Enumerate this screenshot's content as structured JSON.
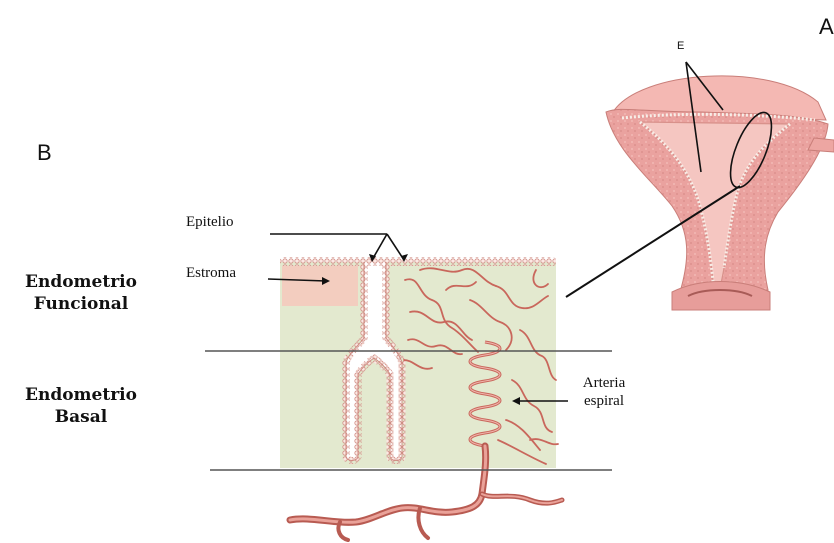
{
  "panels": {
    "a": "A",
    "b": "B"
  },
  "uterus": {
    "marker": "E"
  },
  "zones": {
    "functional": {
      "line1": "Endometrio",
      "line2": "Funcional"
    },
    "basal": {
      "line1": "Endometrio",
      "line2": "Basal"
    }
  },
  "labels": {
    "epithelium": "Epitelio",
    "stroma": "Estroma",
    "artery_line1": "Arteria",
    "artery_line2": "espiral"
  },
  "colors": {
    "stroma_fill": "#e3e9cf",
    "stroma_pink": "#f3cdbf",
    "vessel": "#c9675c",
    "vessel_dark": "#9e3d36",
    "uterus_tissue": "#e9a3a0",
    "uterus_light": "#f6c9c5"
  }
}
